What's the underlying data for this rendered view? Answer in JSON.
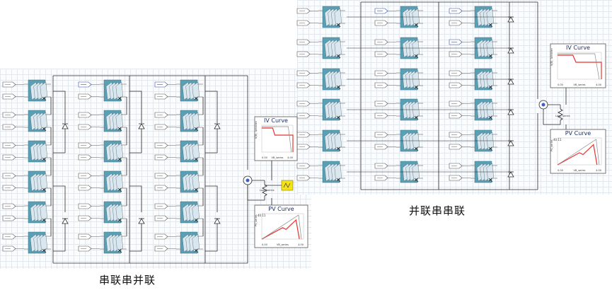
{
  "left_diagram": {
    "caption": "串联串并联",
    "iv_chart": {
      "title": "IV Curve",
      "ylabel": "V(B), Iphidden",
      "x0": "0.00",
      "xmid": "VB_series",
      "xmax": "4.00",
      "y_top": "",
      "color_a": "#e8322f",
      "color_b": "#888888"
    },
    "pv_chart": {
      "title": "PV Curve",
      "ylabel": "PV_series",
      "x0": "0.00",
      "xmid": "VB_series",
      "xmax": "4.00",
      "y_top": "40.11",
      "color_a": "#e8322f",
      "color_b": "#888888"
    },
    "load_label": "Load_series"
  },
  "right_diagram": {
    "caption": "并联串串联",
    "iv_chart": {
      "title": "IV Curve",
      "ylabel": "V(B), Iphidden",
      "x0": "0.00",
      "xmid": "VB_series",
      "xmax": "4.00",
      "y_top": "",
      "color_a": "#e8322f",
      "color_b": "#888888"
    },
    "pv_chart": {
      "title": "PV Curve",
      "ylabel": "PV_series",
      "x0": "0.00",
      "xmid": "VB_series",
      "xmax": "4.00",
      "y_top": "40.11",
      "color_a": "#e8322f",
      "color_b": "#888888"
    },
    "load_label": "Load_series"
  },
  "colors": {
    "wire": "#2b2b2b",
    "panel_bg": "#5aa0b4",
    "panel_cell": "#dbe7ef",
    "scope": "#f5e31a",
    "label_box": "#2a4fb3"
  },
  "icons": [
    "pv-module-icon",
    "diode-icon",
    "meter-icon",
    "resistor-icon",
    "scope-icon"
  ]
}
